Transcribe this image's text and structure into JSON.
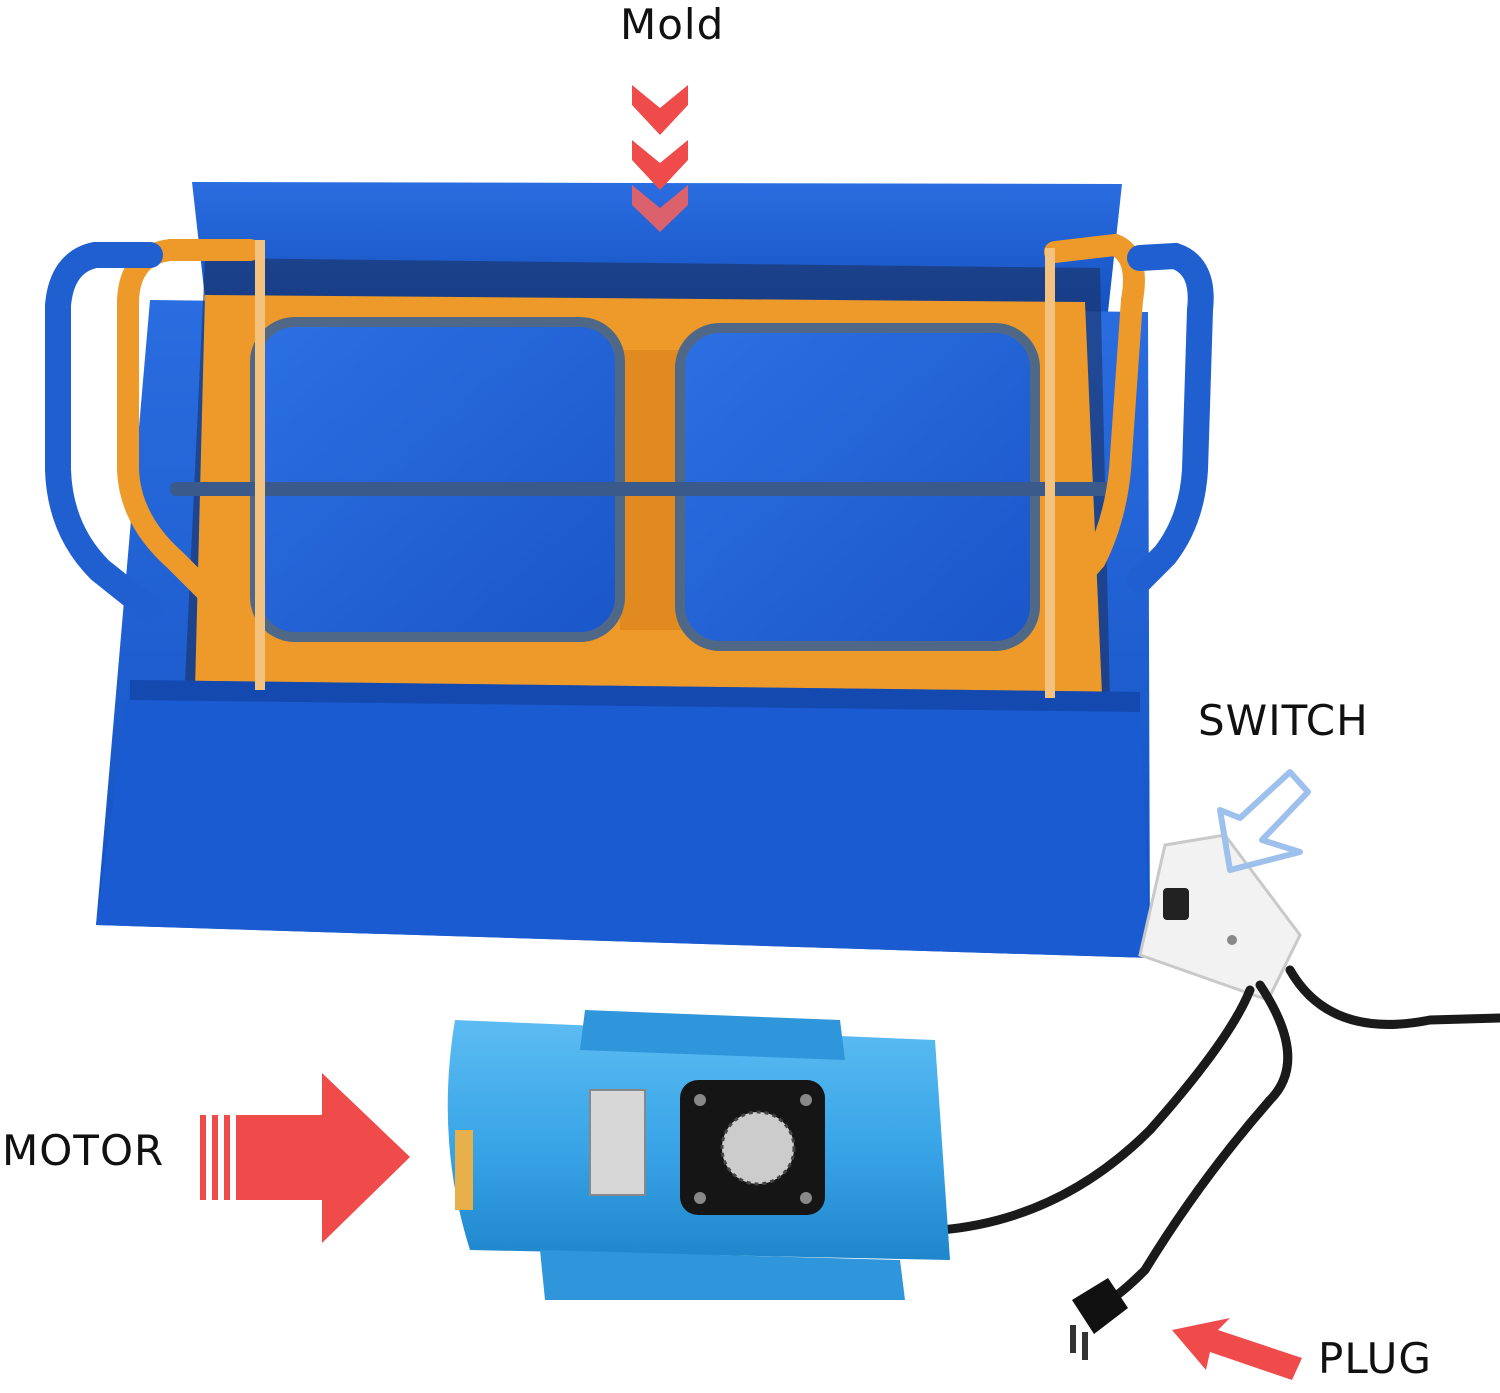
{
  "labels": {
    "mold": "Mold",
    "switch": "SWITCH",
    "motor": "MOTOR",
    "plug": "PLUG"
  },
  "colors": {
    "mold_blue": "#1f5fd0",
    "frame_orange": "#ee9a2a",
    "motor_blue": "#3aa6e8",
    "arrow_red": "#ef4b4b",
    "arrow_outline_blue": "#9ec0ec",
    "cable_black": "#1a1a1a",
    "switch_white": "#f2f2f2"
  },
  "icons": [
    "chevron-down-arrow-icon",
    "outline-down-left-arrow-icon",
    "right-arrow-icon",
    "up-left-arrow-icon"
  ]
}
